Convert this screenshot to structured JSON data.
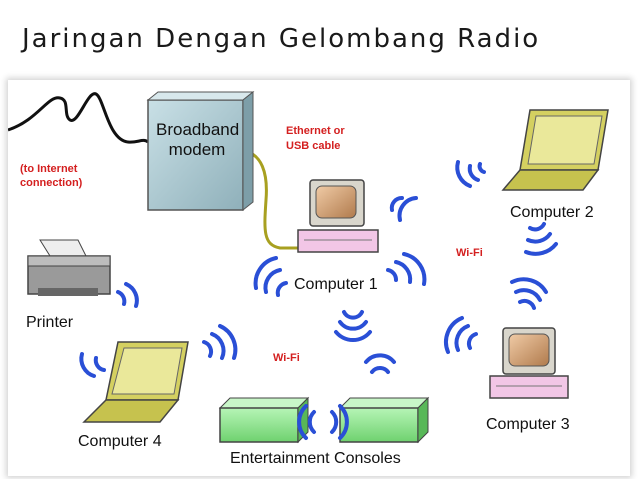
{
  "page": {
    "title": "Jaringan Dengan Gelombang Radio"
  },
  "labels": {
    "internet_line1": "(to Internet",
    "internet_line2": "connection)",
    "modem_line1": "Broadband",
    "modem_line2": "modem",
    "cable_line1": "Ethernet or",
    "cable_line2": "USB cable",
    "computer1": "Computer 1",
    "computer2": "Computer 2",
    "computer3": "Computer 3",
    "computer4": "Computer 4",
    "printer": "Printer",
    "wifi_right": "Wi-Fi",
    "wifi_center": "Wi-Fi",
    "consoles": "Entertainment Consoles"
  },
  "colors": {
    "wave": "#2a4fd6",
    "label_red": "#d42020",
    "modem_fill": "#a9c7cf",
    "monitor_fill": "#d9a77a",
    "computer_base": "#f2c6e6",
    "laptop_fill": "#d4d060",
    "console_fill": "#8de08d",
    "printer_fill": "#9a9a9a",
    "cable": "#a8a020"
  },
  "icons": [
    "modem-icon",
    "desktop-computer-icon",
    "laptop-icon",
    "printer-icon",
    "game-console-icon",
    "wifi-wave-icon"
  ]
}
